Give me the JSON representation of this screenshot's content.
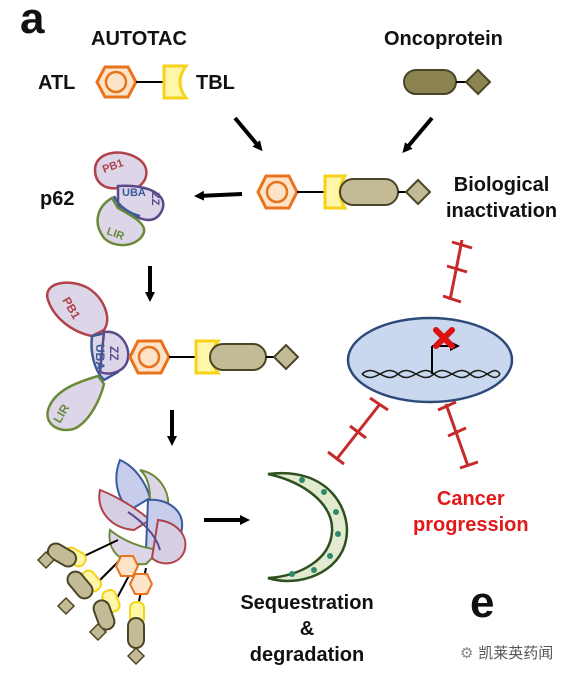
{
  "panel_letters": {
    "top": "a",
    "bottom": "e"
  },
  "labels": {
    "autotac": "AUTOTAC",
    "atl": "ATL",
    "tbl": "TBL",
    "oncoprotein": "Oncoprotein",
    "p62": "p62",
    "biological_inactivation": [
      "Biological",
      "inactivation"
    ],
    "cancer_progression": [
      "Cancer",
      "progression"
    ],
    "sequestration": [
      "Sequestration",
      "&",
      "degradation"
    ]
  },
  "p62_domains": {
    "pb1": "PB1",
    "uba": "UBA",
    "zz": "ZZ",
    "lir": "LIR"
  },
  "watermark": "凯莱英药闻",
  "colors": {
    "atl_orange": "#e8731c",
    "atl_fill": "#fde3c8",
    "tbl_yellow": "#f5d31a",
    "tbl_fill": "#fff6a8",
    "oncoprotein": "#8b8450",
    "oncoprotein_light": "#c3bb95",
    "pb1": "#b0424a",
    "uba": "#3a5a9a",
    "zz": "#5a4a8a",
    "lir": "#6a8a3a",
    "p62_fill": "#ddd6e8",
    "nucleus_fill": "#c9d8ee",
    "nucleus_stroke": "#2e4a7a",
    "inhibition_red": "#c42a2a",
    "cancer_red": "#e01a1a",
    "phagophore": "#2f5020",
    "phagophore_fill": "#e2ead0",
    "cargo_dots": "#2e8a6a"
  }
}
